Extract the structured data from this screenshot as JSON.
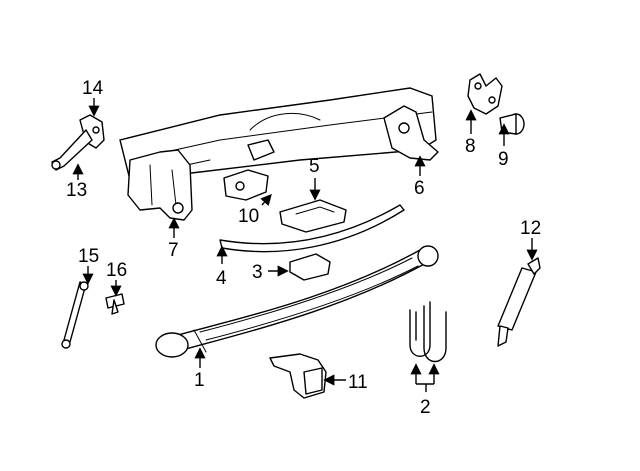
{
  "diagram": {
    "callouts": [
      {
        "label": "1"
      },
      {
        "label": "2"
      },
      {
        "label": "3"
      },
      {
        "label": "4"
      },
      {
        "label": "5"
      },
      {
        "label": "6"
      },
      {
        "label": "7"
      },
      {
        "label": "8"
      },
      {
        "label": "9"
      },
      {
        "label": "10"
      },
      {
        "label": "11"
      },
      {
        "label": "12"
      },
      {
        "label": "13"
      },
      {
        "label": "14"
      },
      {
        "label": "15"
      },
      {
        "label": "16"
      }
    ],
    "ink_color": "#000000",
    "background_color": "#ffffff"
  }
}
